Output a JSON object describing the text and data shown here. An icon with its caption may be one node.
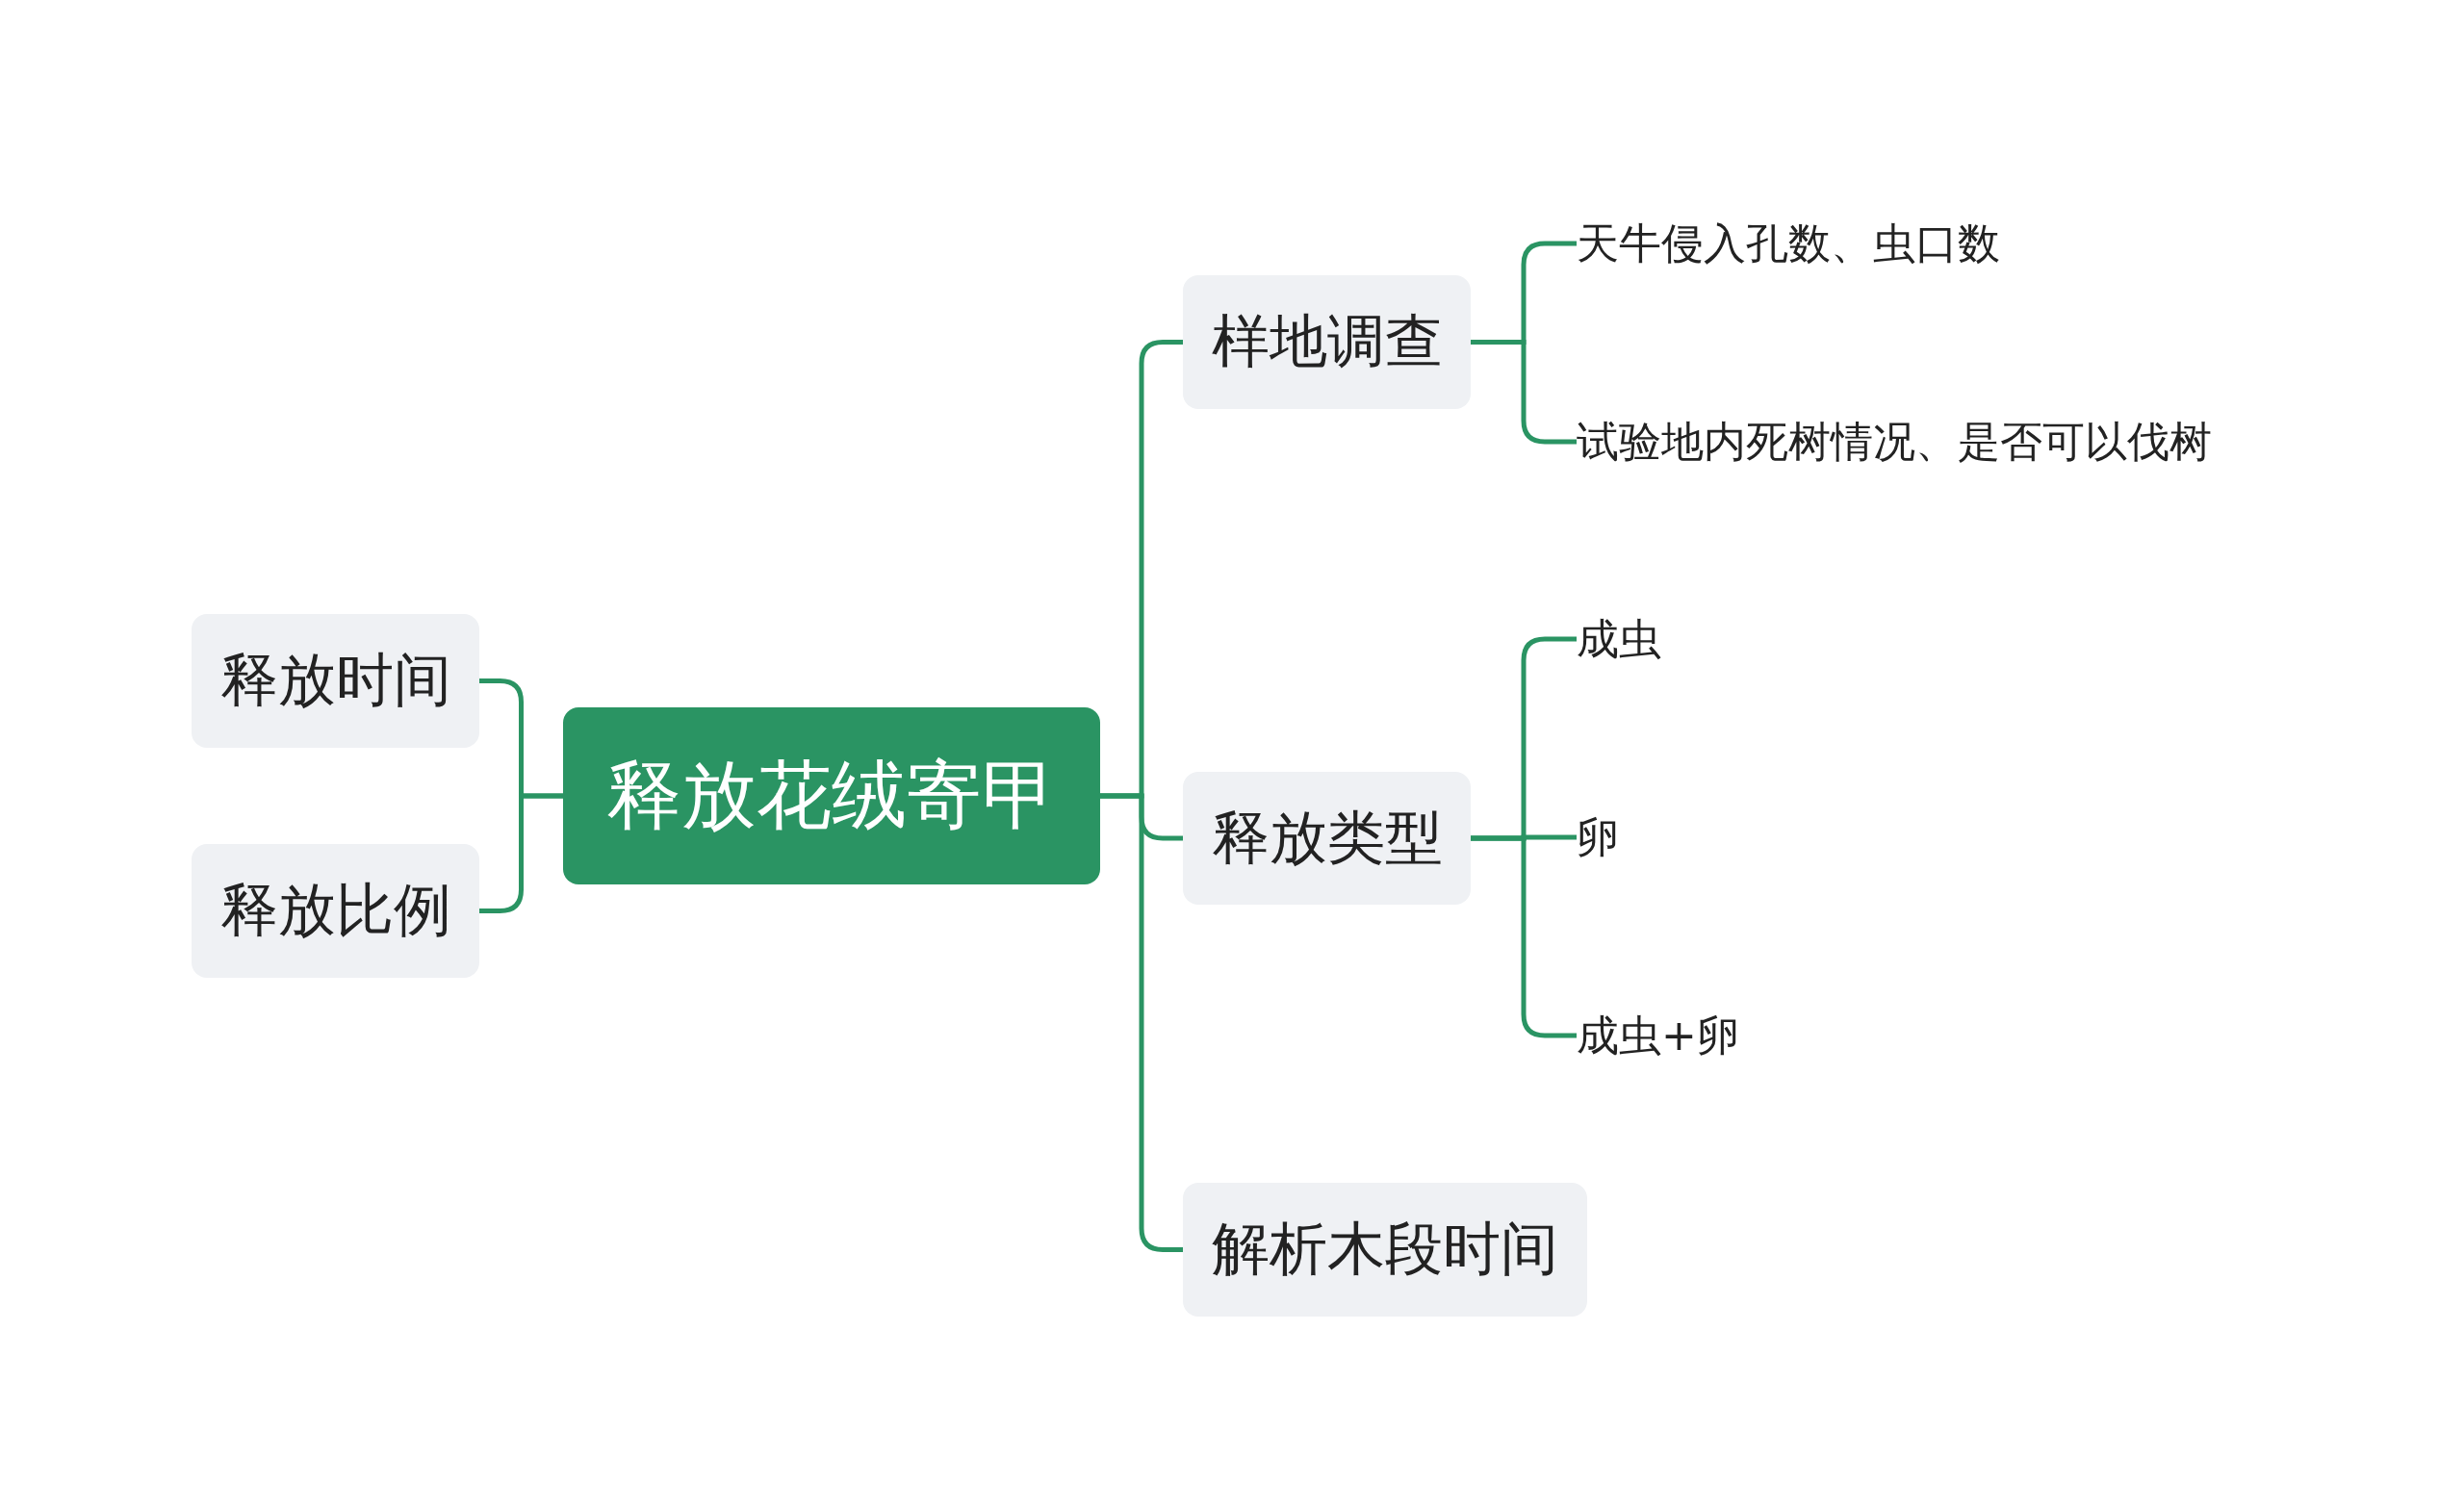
{
  "diagram": {
    "nodes": [
      {
        "text": [
          "释放花绒寄甲"
        ]
      },
      {
        "text": [
          "释放时间"
        ]
      },
      {
        "text": [
          "释放比例"
        ]
      },
      {
        "text": [
          "样地调查"
        ]
      },
      {
        "text": [
          "天牛侵入孔数、虫口数"
        ]
      },
      {
        "text": [
          "试验地内死树情况、是否可以伐树"
        ]
      },
      {
        "text": [
          "释放类型"
        ]
      },
      {
        "text": [
          "成虫"
        ]
      },
      {
        "text": [
          "卵"
        ]
      },
      {
        "text": [
          "成虫+卵"
        ]
      },
      {
        "text": [
          "解析木段时间"
        ]
      }
    ],
    "edges": [
      {
        "from": 0,
        "to": 1,
        "arrow": "none"
      },
      {
        "from": 0,
        "to": 2,
        "arrow": "none"
      },
      {
        "from": 0,
        "to": 3,
        "arrow": "none"
      },
      {
        "from": 0,
        "to": 6,
        "arrow": "none"
      },
      {
        "from": 0,
        "to": 10,
        "arrow": "none"
      },
      {
        "from": 3,
        "to": 4,
        "arrow": "none"
      },
      {
        "from": 3,
        "to": 5,
        "arrow": "none"
      },
      {
        "from": 6,
        "to": 7,
        "arrow": "none"
      },
      {
        "from": 6,
        "to": 8,
        "arrow": "none"
      },
      {
        "from": 6,
        "to": 9,
        "arrow": "none"
      }
    ]
  }
}
